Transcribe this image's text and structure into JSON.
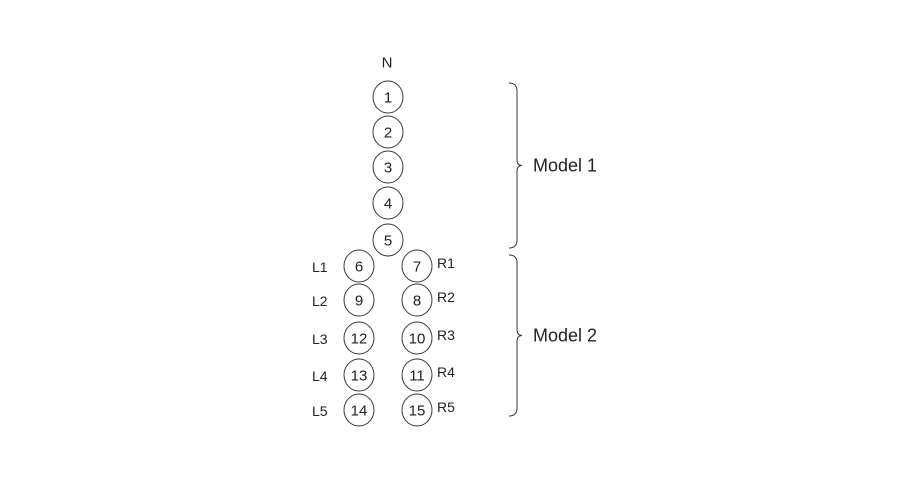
{
  "top_label": "N",
  "center_nodes": [
    "1",
    "2",
    "3",
    "4",
    "5"
  ],
  "left_nodes": [
    {
      "node": "6",
      "label": "L1"
    },
    {
      "node": "9",
      "label": "L2"
    },
    {
      "node": "12",
      "label": "L3"
    },
    {
      "node": "13",
      "label": "L4"
    },
    {
      "node": "14",
      "label": "L5"
    }
  ],
  "right_nodes": [
    {
      "node": "7",
      "label": "R1"
    },
    {
      "node": "8",
      "label": "R2"
    },
    {
      "node": "10",
      "label": "R3"
    },
    {
      "node": "11",
      "label": "R4"
    },
    {
      "node": "15",
      "label": "R5"
    }
  ],
  "groups": [
    {
      "label": "Model 1"
    },
    {
      "label": "Model 2"
    }
  ],
  "colors": {
    "stroke": "#3a3a3a",
    "text": "#222222",
    "background": "#ffffff"
  }
}
